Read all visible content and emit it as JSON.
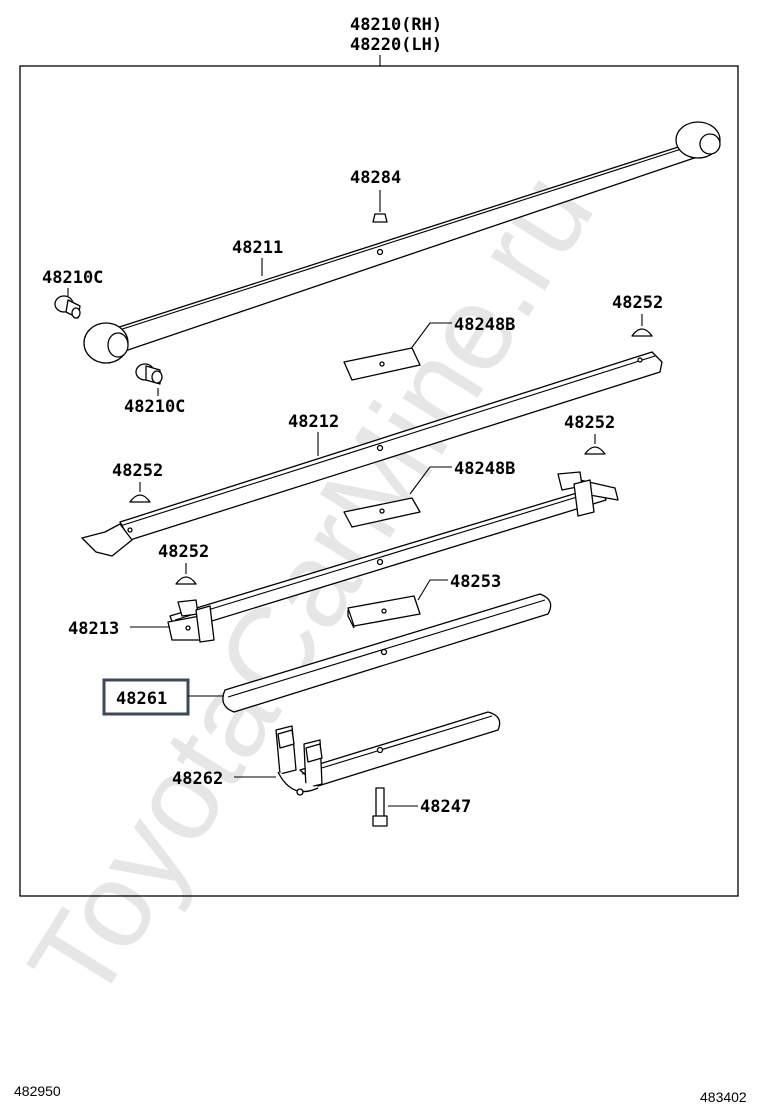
{
  "header_labels": [
    "48210(RH)",
    "48220(LH)"
  ],
  "parts": {
    "p48284": "48284",
    "p48211": "48211",
    "p48210c_top": "48210C",
    "p48210c_bottom": "48210C",
    "p48252_a": "48252",
    "p48252_b": "48252",
    "p48252_c": "48252",
    "p48252_d": "48252",
    "p48248b_a": "48248B",
    "p48248b_b": "48248B",
    "p48212": "48212",
    "p48213": "48213",
    "p48253": "48253",
    "p48261": "48261",
    "p48262": "48262",
    "p48247": "48247"
  },
  "highlighted_part": "48261",
  "watermark": "ToyotaCarMine.ru",
  "footer": {
    "left_code": "482950",
    "right_code": "483402"
  }
}
